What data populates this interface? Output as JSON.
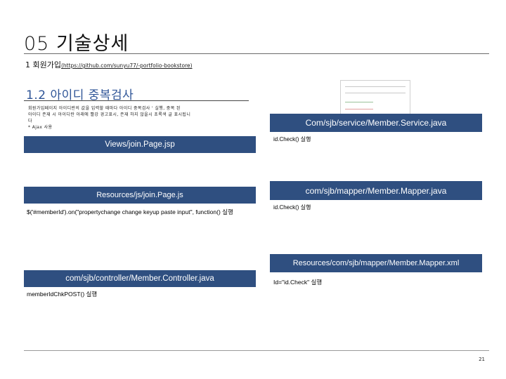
{
  "slide": {
    "title": "05 기술상세",
    "subtitle": "1 회원가입",
    "subtitle_link": "(https://github.com/sunyu77/-portfolio-bookstore)",
    "section_heading": "1.2 아이디 중복검사",
    "description_lines": [
      "회원가입페이지 아이디란의 값을 입력할 때마다 아이디 중복검사 ' 실행, 중복 된",
      "아이디 존재 시 아이디란 아래에 빨강 경고표시, 존재 하지 않을시 초록색 글 표시됩니",
      "다",
      "* Ajax 사용"
    ],
    "page_number": "21"
  },
  "flow_left": {
    "view_box": "Views/join.Page.jsp",
    "js_box": "Resources/js/join.Page.js",
    "js_note": "$('#memberId').on(\"propertychange change keyup paste input\", function() 실행",
    "controller_box": "com/sjb/controller/Member.Controller.java",
    "controller_note": "memberIdChkPOST() 실행"
  },
  "flow_right": {
    "service_box": "Com/sjb/service/Member.Service.java",
    "service_note": "id.Check() 실행",
    "mapper_box": "com/sjb/mapper/Member.Mapper.java",
    "mapper_note": "id.Check() 실행",
    "xml_box": "Resources/com/sjb/mapper/Member.Mapper.xml",
    "xml_note": "Id=\"id.Check\" 실행"
  },
  "colors": {
    "box_fill": "#2f4f80",
    "heading": "#2f5597"
  }
}
